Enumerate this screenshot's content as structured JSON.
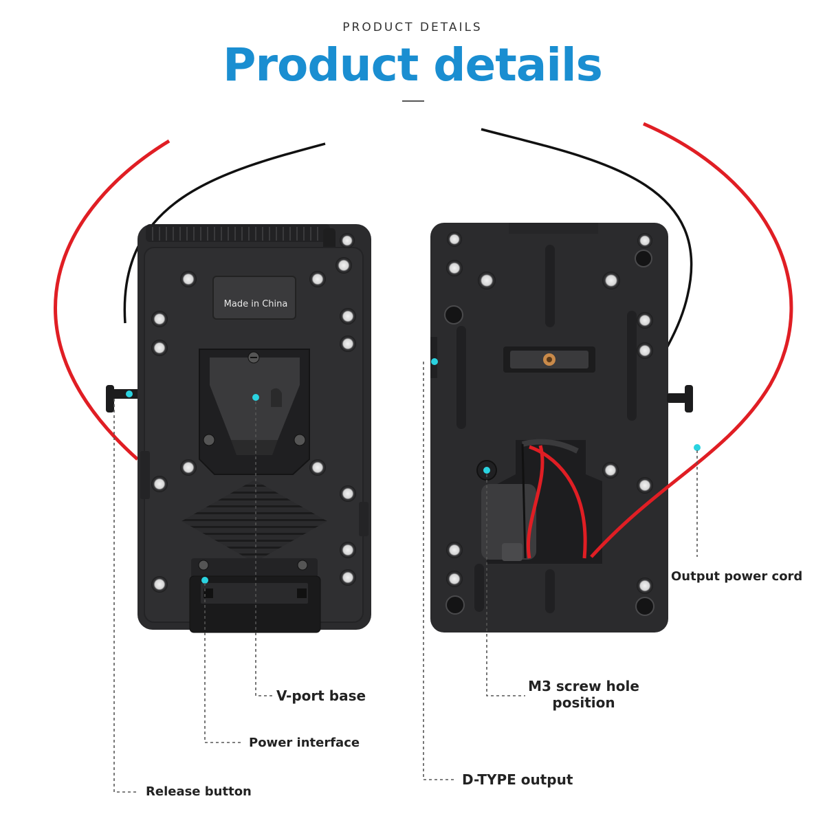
{
  "header": {
    "subtitle": "PRODUCT DETAILS",
    "title": "Product details"
  },
  "product": {
    "front_plate_text": "Made  in China"
  },
  "callouts": {
    "v_port_base": "V-port base",
    "power_interface": "Power interface",
    "release_button": "Release button",
    "m3_screw_line1": "M3 screw hole",
    "m3_screw_line2": "position",
    "d_type_output": "D-TYPE output",
    "output_power_cord": "Output power cord"
  },
  "colors": {
    "title_blue": "#1a8ed1",
    "plate_body": "#2b2b2d",
    "cable_red": "#e01e24",
    "cable_black": "#111111",
    "marker_cyan": "#2ad3e0"
  }
}
